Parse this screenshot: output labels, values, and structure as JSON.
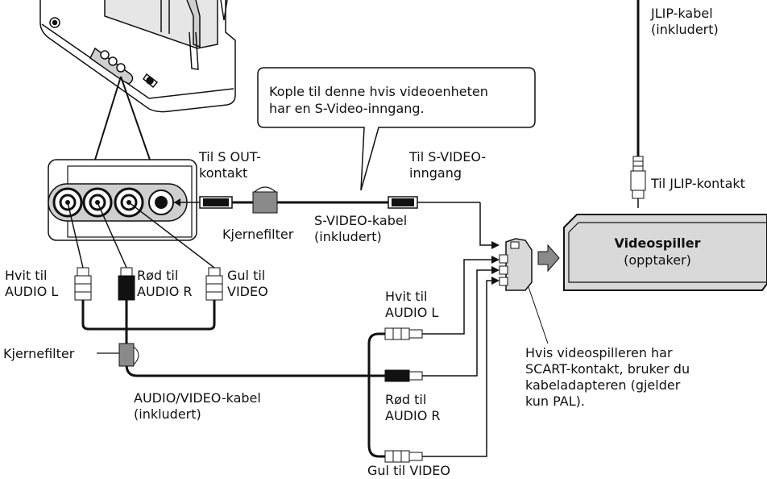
{
  "callout": {
    "line1": "Kople til denne hvis videoenheten",
    "line2": "har en S-Video-inngang."
  },
  "labels": {
    "jlip_cable": [
      "JLIP-kabel",
      "(inkludert)"
    ],
    "jlip_connector": "Til JLIP-kontakt",
    "s_out": [
      "Til S OUT-",
      "kontakt"
    ],
    "s_video_input": [
      "Til S-VIDEO-",
      "inngang"
    ],
    "core_filter_top": "Kjernefilter",
    "s_video_cable": [
      "S-VIDEO-kabel",
      "(inkludert)"
    ],
    "white_left": [
      "Hvit til",
      "AUDIO L"
    ],
    "red_left": [
      "Rød til",
      "AUDIO R"
    ],
    "yellow_left": [
      "Gul til",
      "VIDEO"
    ],
    "core_filter_left": "Kjernefilter",
    "av_cable": [
      "AUDIO/VIDEO-kabel",
      "(inkludert)"
    ],
    "white_right": [
      "Hvit til",
      "AUDIO L"
    ],
    "red_right": [
      "Rød til",
      "AUDIO R"
    ],
    "yellow_right": "Gul til VIDEO",
    "scart_note": [
      "Hvis videospilleren har",
      "SCART-kontakt, bruker du",
      "kabeladapteren (gjelder",
      "kun PAL)."
    ]
  },
  "vcr": {
    "title": "Videospiller",
    "subtitle": "(opptaker)"
  },
  "colors": {
    "device_grey": "#d9d9d9",
    "filter_grey": "#8a8a8a",
    "cable": "#111111"
  }
}
